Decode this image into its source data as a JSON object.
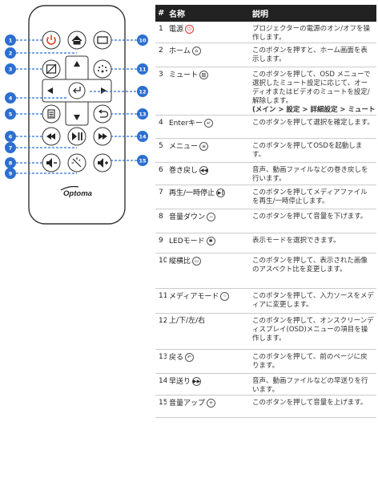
{
  "remote": {
    "brand": "Optoma",
    "callouts": [
      "1",
      "2",
      "3",
      "4",
      "5",
      "6",
      "7",
      "8",
      "9",
      "10",
      "11",
      "12",
      "13",
      "14",
      "15"
    ]
  },
  "table": {
    "headers": [
      "#",
      "名称",
      "説明"
    ],
    "rows": [
      {
        "num": "1",
        "name": "電源",
        "icon": "power-icon",
        "desc": "プロジェクターの電源のオン/オフを操作します。"
      },
      {
        "num": "2",
        "name": "ホーム",
        "icon": "home-icon",
        "desc": "このボタンを押すと、ホーム画面を表示します。"
      },
      {
        "num": "3",
        "name": "ミュート",
        "icon": "mute-icon",
        "desc": "このボタンを押して、OSD メニューで選択したミュート設定に応じて、オーディオまたはビデオのミュートを設定/解除します。",
        "menu": "(メイン > 設定 > 詳細設定 > ミュート"
      },
      {
        "num": "4",
        "name": "Enterキー",
        "icon": "enter-icon",
        "desc": "このボタンを押して選択を確定します。"
      },
      {
        "num": "5",
        "name": "メニュー",
        "icon": "menu-icon",
        "desc": "このボタンを押してOSDを起動します。"
      },
      {
        "num": "6",
        "name": "巻き戻し",
        "icon": "rewind-icon",
        "desc": "音声、動画ファイルなどの巻き戻しを行います。"
      },
      {
        "num": "7",
        "name": "再生/一時停止",
        "icon": "play-pause-icon",
        "desc": "このボタンを押してメディアファイルを再生/一時停止します。"
      },
      {
        "num": "8",
        "name": "音量ダウン",
        "icon": "volume-down-icon",
        "desc": "このボタンを押して音量を下げます。"
      },
      {
        "num": "9",
        "name": "LEDモード",
        "icon": "led-mode-icon",
        "desc": "表示モードを選択できます。"
      },
      {
        "num": "10",
        "name": "縦横比",
        "icon": "aspect-ratio-icon",
        "desc": "このボタンを押して、表示された画像のアスペクト比を変更します。"
      },
      {
        "num": "11",
        "name": "メディアモード",
        "icon": "media-mode-icon",
        "desc": "このボタンを押して、入力ソースをメディアに変更します。"
      },
      {
        "num": "12",
        "name": "上/下/左/右",
        "icon": "",
        "desc": "このボタンを押して、オンスクリーンディスプレイ(OSD)メニューの項目を操作します。"
      },
      {
        "num": "13",
        "name": "戻る",
        "icon": "back-icon",
        "desc": "このボタンを押して、前のページに戻ります。"
      },
      {
        "num": "14",
        "name": "早送り",
        "icon": "fast-forward-icon",
        "desc": "音声、動画ファイルなどの早送りを行います。"
      },
      {
        "num": "15",
        "name": "音量アップ",
        "icon": "volume-up-icon",
        "desc": "このボタンを押して音量を上げます。"
      }
    ]
  }
}
